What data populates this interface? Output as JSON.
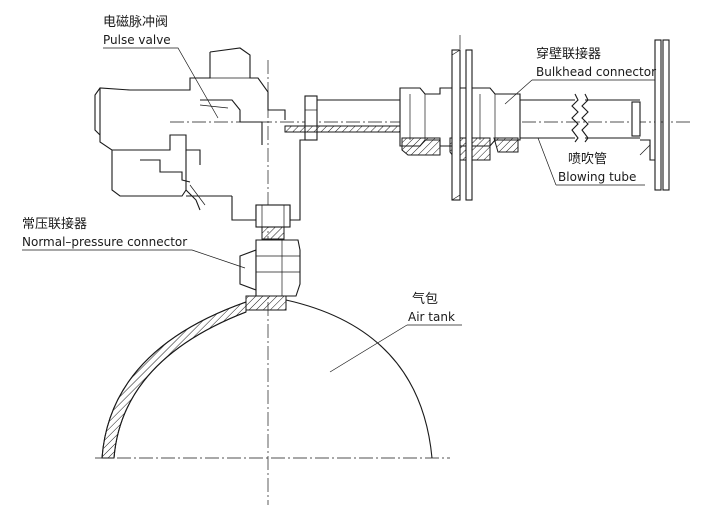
{
  "labels": {
    "pulse_valve": {
      "cn": "电磁脉冲阀",
      "en": "Pulse valve"
    },
    "bulkhead_connector": {
      "cn": "穿壁联接器",
      "en": "Bulkhead connector"
    },
    "blowing_tube": {
      "cn": "喷吹管",
      "en": "Blowing tube"
    },
    "normal_pressure_connector": {
      "cn": "常压联接器",
      "en": "Normal–pressure connector"
    },
    "air_tank": {
      "cn": "气包",
      "en": "Air tank"
    }
  },
  "colors": {
    "line": "#1a1a1a",
    "background": "#ffffff"
  }
}
